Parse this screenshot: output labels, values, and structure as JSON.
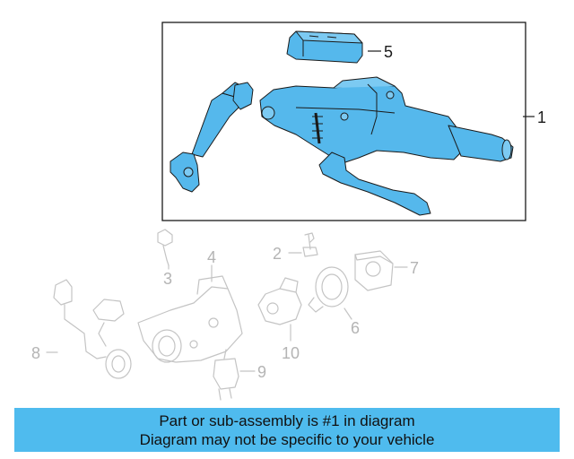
{
  "callouts": {
    "c1": "1",
    "c2": "2",
    "c3": "3",
    "c4": "4",
    "c5": "5",
    "c6": "6",
    "c7": "7",
    "c8": "8",
    "c9": "9",
    "c10": "10"
  },
  "banner": {
    "line1": "Part or sub-assembly is #1 in diagram",
    "line2": "Diagram may not be specific to your vehicle"
  },
  "colors": {
    "part_fill": "#55b8ec",
    "part_stroke": "#1a1a1a",
    "ghost_stroke": "#c4c4c4",
    "banner_bg": "#4fbbee"
  }
}
